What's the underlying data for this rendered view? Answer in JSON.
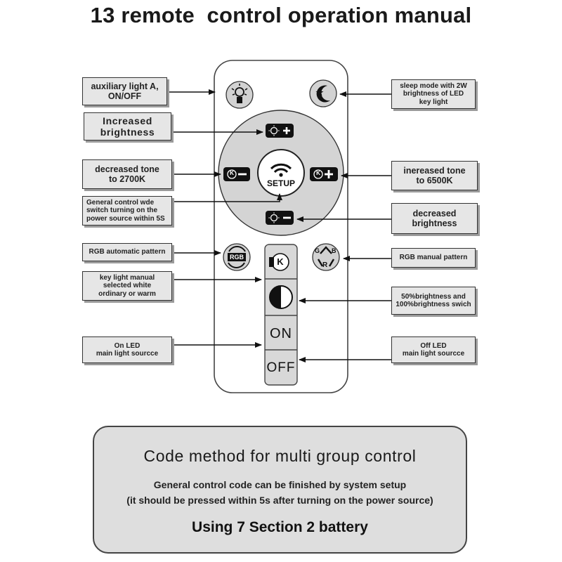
{
  "title": "13 remote  control operation manual",
  "labels": {
    "aux_light": "auxiliary light A,\nON/OFF",
    "sleep_mode": "sleep mode with 2W\nbrightness of LED\nkey light",
    "increased_brightness": "Increased\nbrightness",
    "decreased_tone": "decreased tone\nto 2700K",
    "increased_tone": "inereased tone\nto 6500K",
    "general_control": "General control wde\nswitch turning on the\npower source within 5S",
    "decreased_brightness": "decreased\nbrightness",
    "rgb_auto": "RGB automatic pattern",
    "rgb_manual": "RGB manual pattern",
    "key_light_manual": "key light manual\nselected white\nordinary or warm",
    "brightness_switch": "50%brightness and\n100%brightness swich",
    "on_led": "On LED\nmain light sourcce",
    "off_led": "Off LED\nmain light sourcce"
  },
  "buttons": {
    "setup": "SETUP",
    "on": "ON",
    "off": "OFF",
    "rgb": "RGB",
    "k_glyph": "K",
    "r": "R",
    "g": "G",
    "b": "B"
  },
  "code_section": {
    "title": "Code method for multi group control",
    "line1": "General control code can be finished by system setup",
    "line2": "(it should be pressed within 5s after turning on the power source)",
    "line3": "Using 7 Section 2 battery"
  }
}
